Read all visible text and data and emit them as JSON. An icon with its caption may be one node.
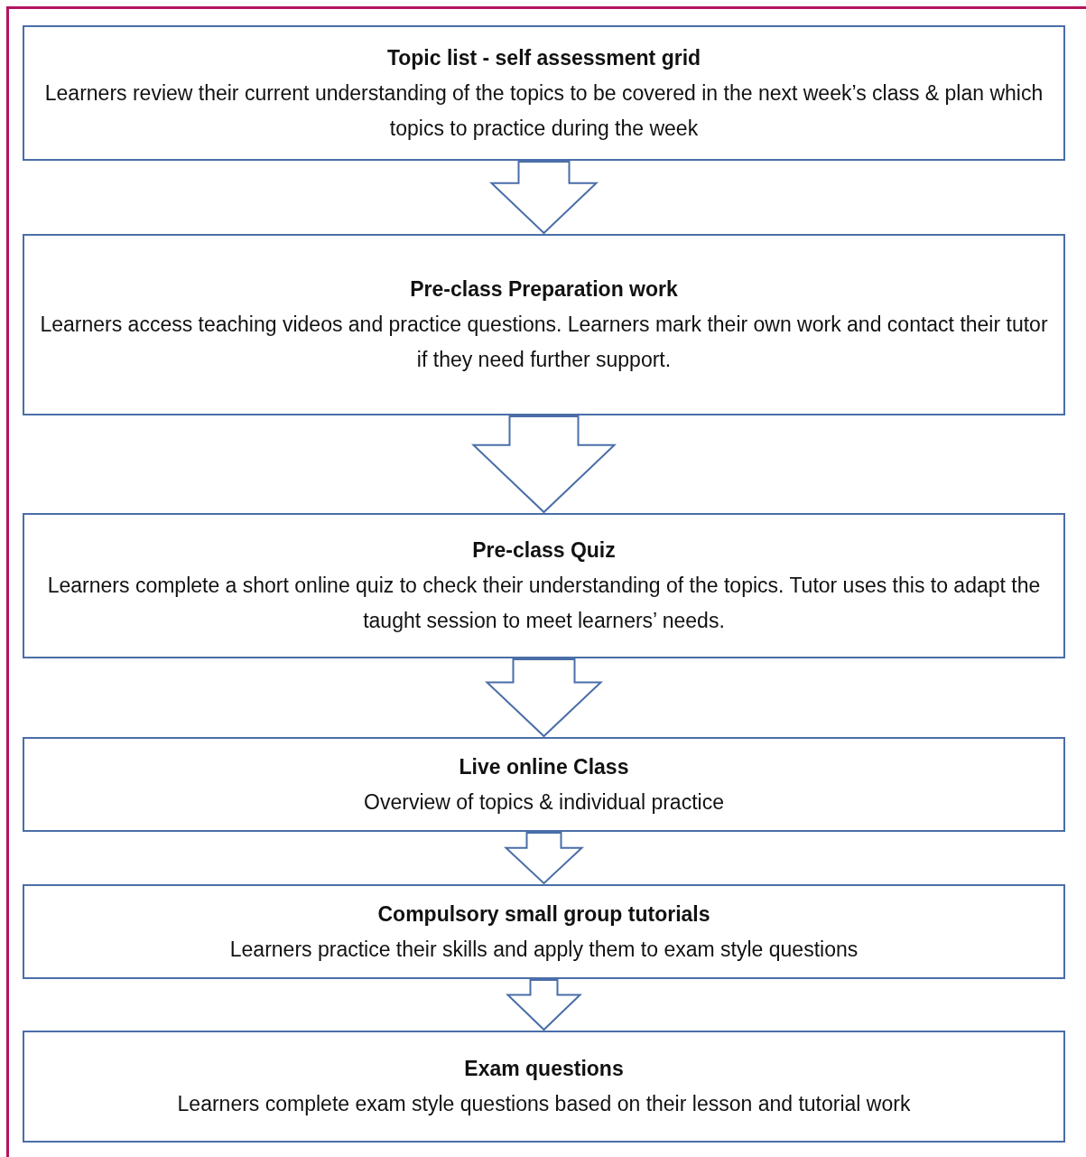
{
  "diagram": {
    "nodes": [
      {
        "text": [
          "Topic list - self assessment grid",
          "Learners review their current understanding of the topics to be covered in the next week’s class & plan which topics to practice during the week"
        ]
      },
      {
        "text": [
          "Pre-class Preparation work",
          "Learners access teaching videos and practice questions. Learners mark their own work and contact their tutor if they need further support."
        ]
      },
      {
        "text": [
          "Pre-class Quiz",
          "Learners complete a short online quiz to check their understanding of the topics. Tutor uses this to adapt the taught session to meet learners’ needs."
        ]
      },
      {
        "text": [
          "Live online Class",
          "Overview of topics & individual practice"
        ]
      },
      {
        "text": [
          "Compulsory small group tutorials",
          "Learners practice their skills and apply them to exam style questions"
        ]
      },
      {
        "text": [
          "Exam questions",
          "Learners complete exam style questions based on their lesson and tutorial work"
        ]
      }
    ],
    "edges": [
      {
        "from": 0,
        "to": 1,
        "arrow": "to"
      },
      {
        "from": 1,
        "to": 2,
        "arrow": "to"
      },
      {
        "from": 2,
        "to": 3,
        "arrow": "to"
      },
      {
        "from": 3,
        "to": 4,
        "arrow": "to"
      },
      {
        "from": 4,
        "to": 5,
        "arrow": "to"
      }
    ]
  }
}
